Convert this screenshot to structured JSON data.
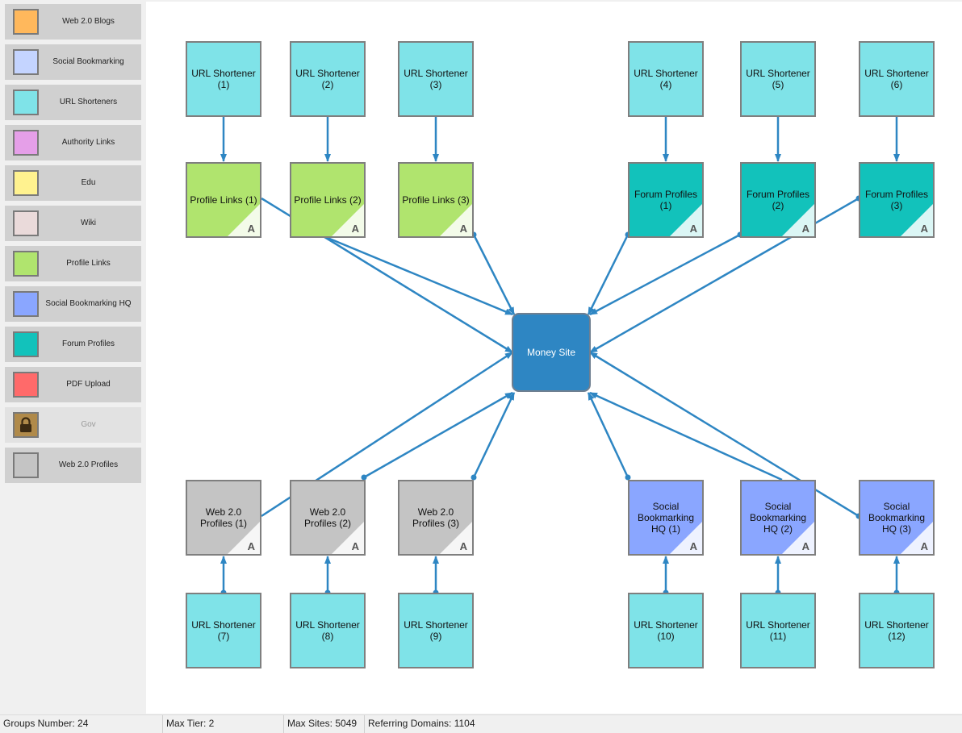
{
  "palette": [
    {
      "label": "Web 2.0 Blogs",
      "color": "#ffb85c"
    },
    {
      "label": "Social Bookmarking",
      "color": "#c4d4ff"
    },
    {
      "label": "URL Shorteners",
      "color": "#7fe3e8"
    },
    {
      "label": "Authority Links",
      "color": "#e59fe8"
    },
    {
      "label": "Edu",
      "color": "#fff28f"
    },
    {
      "label": "Wiki",
      "color": "#eadada"
    },
    {
      "label": "Profile Links",
      "color": "#b0e46e"
    },
    {
      "label": "Social Bookmarking HQ",
      "color": "#8aa6ff"
    },
    {
      "label": "Forum Profiles",
      "color": "#12c2bb"
    },
    {
      "label": "PDF Upload",
      "color": "#ff6a6a"
    },
    {
      "label": "Gov",
      "color": "#b08a4a",
      "locked": true,
      "icon": "lock-icon"
    },
    {
      "label": "Web 2.0 Profiles",
      "color": "#c4c4c4"
    }
  ],
  "diagram": {
    "money_site": "Money Site",
    "colors": {
      "url_shortener": "#7fe3e8",
      "profile_links": "#b0e46e",
      "forum_profiles": "#12c2bb",
      "web20_profiles": "#c4c4c4",
      "social_bookmarking_hq": "#8aa6ff",
      "money_site": "#2e86c3",
      "link": "#2e86c3"
    },
    "top_left": {
      "shorteners": [
        "URL Shortener (1)",
        "URL Shortener (2)",
        "URL Shortener (3)"
      ],
      "tier1": [
        "Profile Links (1)",
        "Profile Links (2)",
        "Profile Links (3)"
      ]
    },
    "top_right": {
      "shorteners": [
        "URL Shortener (4)",
        "URL Shortener (5)",
        "URL Shortener (6)"
      ],
      "tier1": [
        "Forum Profiles (1)",
        "Forum Profiles (2)",
        "Forum Profiles (3)"
      ]
    },
    "bottom_left": {
      "tier1": [
        "Web 2.0 Profiles (1)",
        "Web 2.0 Profiles (2)",
        "Web 2.0 Profiles (3)"
      ],
      "shorteners": [
        "URL Shortener (7)",
        "URL Shortener (8)",
        "URL Shortener (9)"
      ]
    },
    "bottom_right": {
      "tier1": [
        "Social Bookmarking HQ (1)",
        "Social Bookmarking HQ (2)",
        "Social Bookmarking HQ (3)"
      ],
      "shorteners": [
        "URL Shortener (10)",
        "URL Shortener (11)",
        "URL Shortener (12)"
      ]
    },
    "corner_badge": "A"
  },
  "status": {
    "groups": "Groups Number: 24",
    "max_tier": "Max Tier: 2",
    "max_sites": "Max Sites: 5049",
    "referring_domains": "Referring Domains: 1104"
  }
}
